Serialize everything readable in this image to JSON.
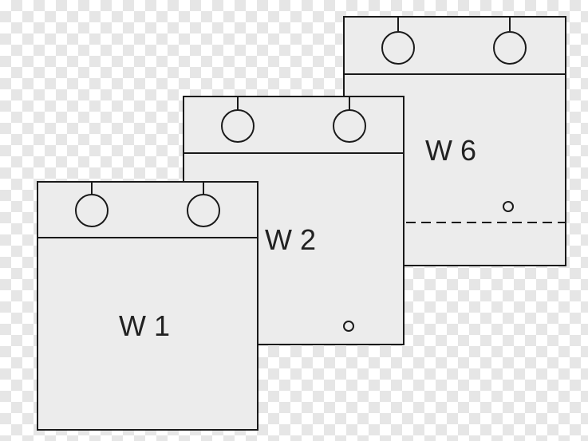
{
  "diagram": {
    "colors": {
      "card_fill": "#ececec",
      "stroke": "#1a1a1a",
      "background_check": "#e6e6e6"
    },
    "cards": [
      {
        "id": "w6",
        "label": "W 6",
        "rings": 2,
        "dashed_line": true,
        "small_hole": true
      },
      {
        "id": "w2",
        "label": "W 2",
        "rings": 2,
        "dashed_line": false,
        "small_hole": true
      },
      {
        "id": "w1",
        "label": "W 1",
        "rings": 2,
        "dashed_line": false,
        "small_hole": false
      }
    ]
  }
}
